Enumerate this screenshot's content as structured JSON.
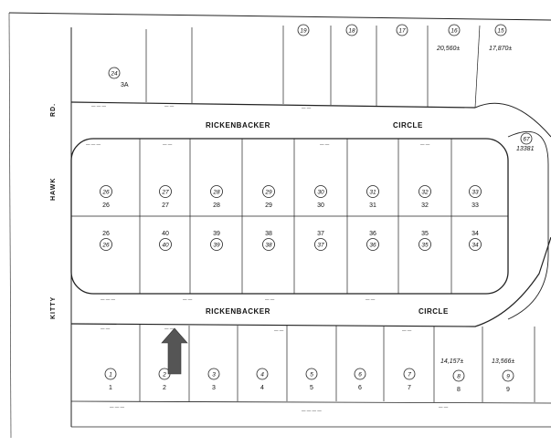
{
  "streets": {
    "upper": "RICKENBACKER",
    "upper_suffix": "CIRCLE",
    "lower": "RICKENBACKER",
    "lower_suffix": "CIRCLE",
    "side_road_words": [
      "RD.",
      "HAWK",
      "KITTY"
    ]
  },
  "top_lots": [
    {
      "circled": "24",
      "label": "3A"
    },
    {
      "circled": "19"
    },
    {
      "circled": "18"
    },
    {
      "circled": "17"
    },
    {
      "circled": "16"
    },
    {
      "circled": "15"
    }
  ],
  "top_areas": [
    "20,560±",
    "17,870±"
  ],
  "upper_row": [
    {
      "circled": "26",
      "label": "26"
    },
    {
      "circled": "27",
      "label": "27"
    },
    {
      "circled": "28",
      "label": "28"
    },
    {
      "circled": "29",
      "label": "29"
    },
    {
      "circled": "30",
      "label": "30"
    },
    {
      "circled": "31",
      "label": "31"
    },
    {
      "circled": "32",
      "label": "32"
    },
    {
      "circled": "33",
      "label": "33"
    }
  ],
  "lower_row": [
    {
      "circled": "26",
      "label": "26"
    },
    {
      "circled": "40",
      "label": "40"
    },
    {
      "circled": "39",
      "label": "39"
    },
    {
      "circled": "38",
      "label": "38"
    },
    {
      "circled": "37",
      "label": "37"
    },
    {
      "circled": "36",
      "label": "36"
    },
    {
      "circled": "35",
      "label": "35"
    },
    {
      "circled": "34",
      "label": "34"
    }
  ],
  "bottom_row": [
    {
      "circled": "1",
      "label": "1"
    },
    {
      "circled": "2",
      "label": "2"
    },
    {
      "circled": "3",
      "label": "3"
    },
    {
      "circled": "4",
      "label": "4"
    },
    {
      "circled": "5",
      "label": "5"
    },
    {
      "circled": "6",
      "label": "6"
    },
    {
      "circled": "7",
      "label": "7"
    },
    {
      "circled": "8",
      "label": "8"
    },
    {
      "circled": "9",
      "label": "9"
    }
  ],
  "bottom_areas": [
    "14,157±",
    "13,566±"
  ],
  "right_labels": {
    "circled": "67",
    "area": "13381"
  },
  "arrow": {
    "color": "#555555"
  }
}
